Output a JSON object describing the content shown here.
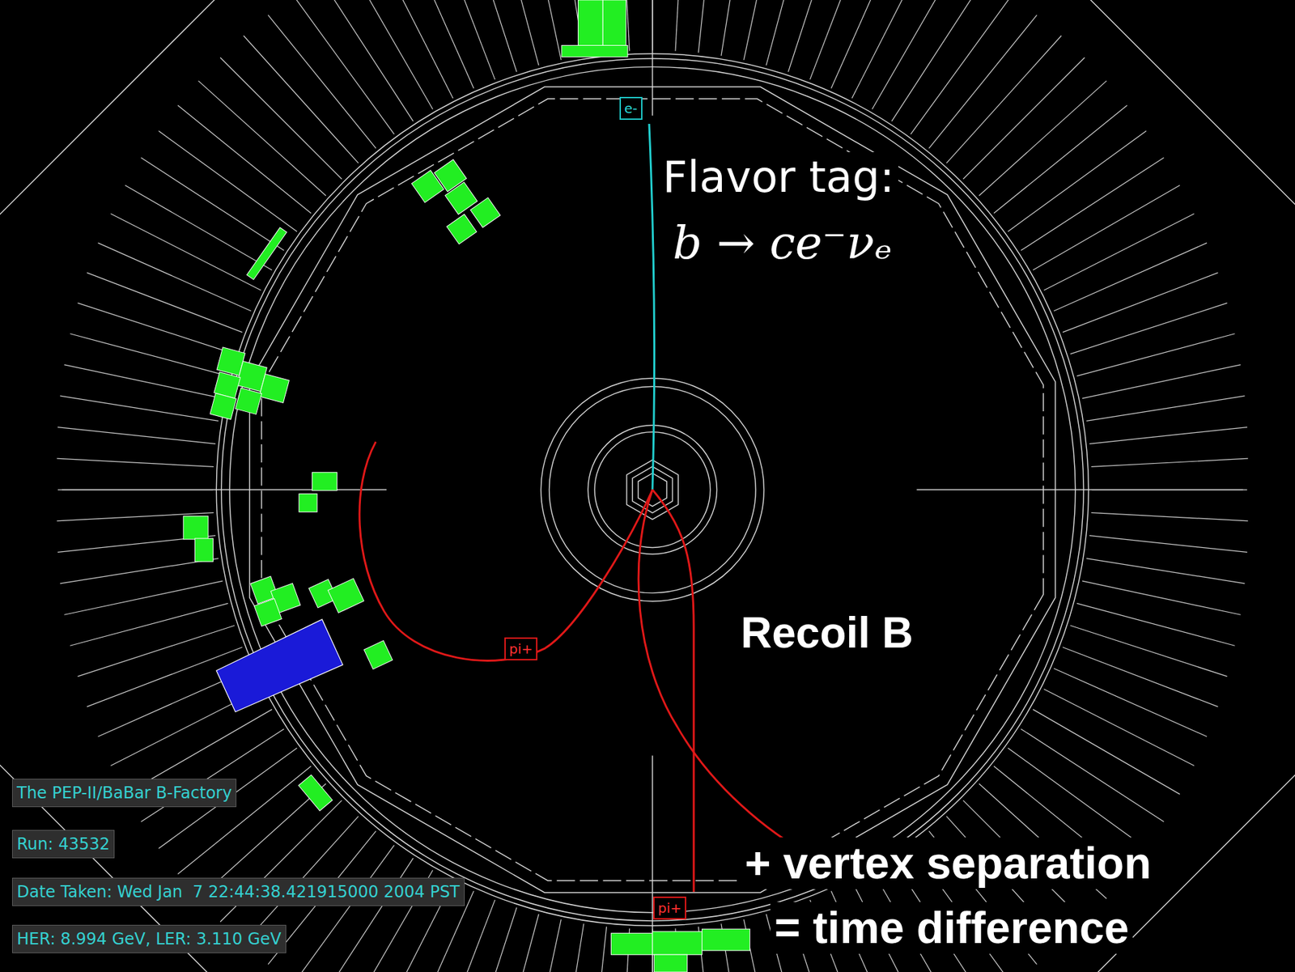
{
  "diagram": {
    "nodes": [
      {
        "text": [
          "e-"
        ]
      },
      {
        "text": [
          "pi+"
        ]
      },
      {
        "text": [
          "pi+"
        ]
      },
      {
        "text": [
          "The PEP-II/BaBar B-Factory"
        ]
      },
      {
        "text": [
          "Run: 43532"
        ]
      },
      {
        "text": [
          "Date Taken: Wed Jan  7 22:44:38.421915000 2004 PST"
        ]
      },
      {
        "text": [
          "HER: 8.994 GeV, LER: 3.110 GeV"
        ]
      }
    ],
    "labels": [
      "Flavor tag:",
      "b → ce⁻νₑ",
      "Recoil B",
      "+ vertex separation",
      "= time difference"
    ]
  }
}
